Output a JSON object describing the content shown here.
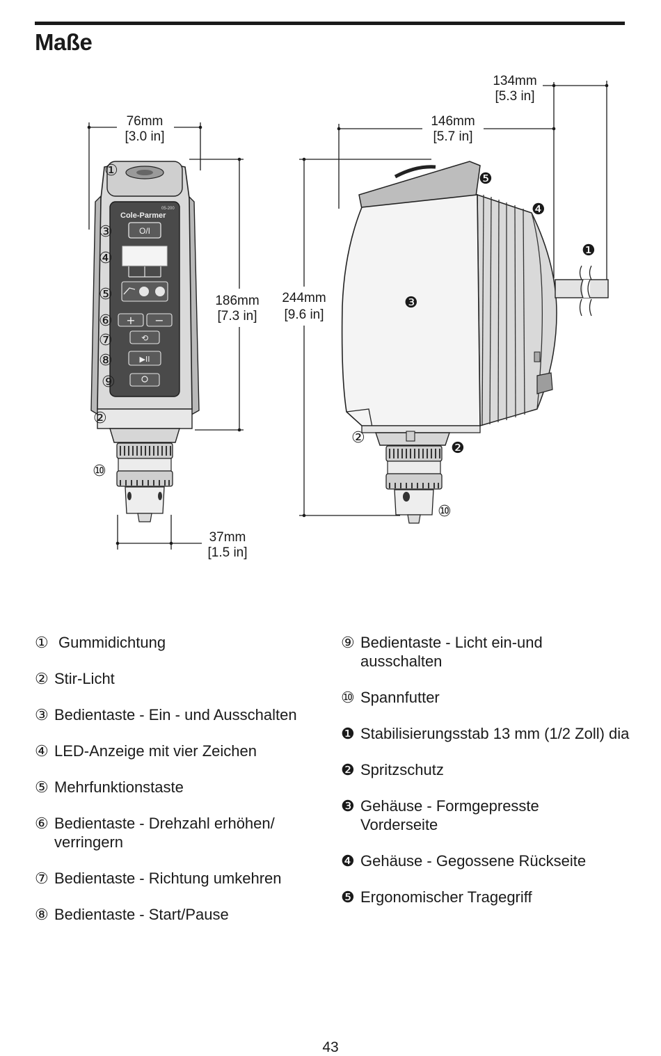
{
  "title": "Maße",
  "dimensions": {
    "front_width": [
      "76mm",
      "[3.0 in]"
    ],
    "front_height": [
      "186mm",
      "[7.3 in]"
    ],
    "chuck_width": [
      "37mm",
      "[1.5 in]"
    ],
    "side_depth": [
      "146mm",
      "[5.7 in]"
    ],
    "rod_depth": [
      "134mm",
      "[5.3 in]"
    ],
    "side_height": [
      "244mm",
      "[9.6 in]"
    ]
  },
  "device": {
    "brand": "Cole-Parmer",
    "model": "05-200",
    "power_label": "O/I"
  },
  "callouts_front": [
    "①",
    "②",
    "③",
    "④",
    "⑤",
    "⑥",
    "⑦",
    "⑧",
    "⑨",
    "⑩"
  ],
  "callouts_side": [
    "❶",
    "❷",
    "❸",
    "❹",
    "❺",
    "②",
    "⑩"
  ],
  "legend_left": [
    {
      "num": "①",
      "text": "Gummidichtung"
    },
    {
      "num": "②",
      "text": "Stir-Licht"
    },
    {
      "num": "③",
      "text": "Bedientaste - Ein - und Ausschalten"
    },
    {
      "num": "④",
      "text": "LED-Anzeige mit vier Zeichen"
    },
    {
      "num": "⑤",
      "text": "Mehrfunktionstaste"
    },
    {
      "num": "⑥",
      "text": "Bedientaste - Drehzahl erhöhen/ verringern"
    },
    {
      "num": "⑦",
      "text": "Bedientaste - Richtung umkehren"
    },
    {
      "num": "⑧",
      "text": "Bedientaste - Start/Pause"
    }
  ],
  "legend_right": [
    {
      "num": "⑨",
      "text": "Bedientaste - Licht ein-und ausschalten"
    },
    {
      "num": "⑩",
      "text": "Spannfutter"
    },
    {
      "num": "❶",
      "text": "Stabilisierungsstab 13 mm (1/2 Zoll) dia"
    },
    {
      "num": "❷",
      "text": "Spritzschutz"
    },
    {
      "num": "❸",
      "text": "Gehäuse - Formgepresste Vorderseite"
    },
    {
      "num": "❹",
      "text": "Gehäuse - Gegossene Rückseite"
    },
    {
      "num": "❺",
      "text": "Ergonomischer Tragegriff"
    }
  ],
  "page_number": "43"
}
